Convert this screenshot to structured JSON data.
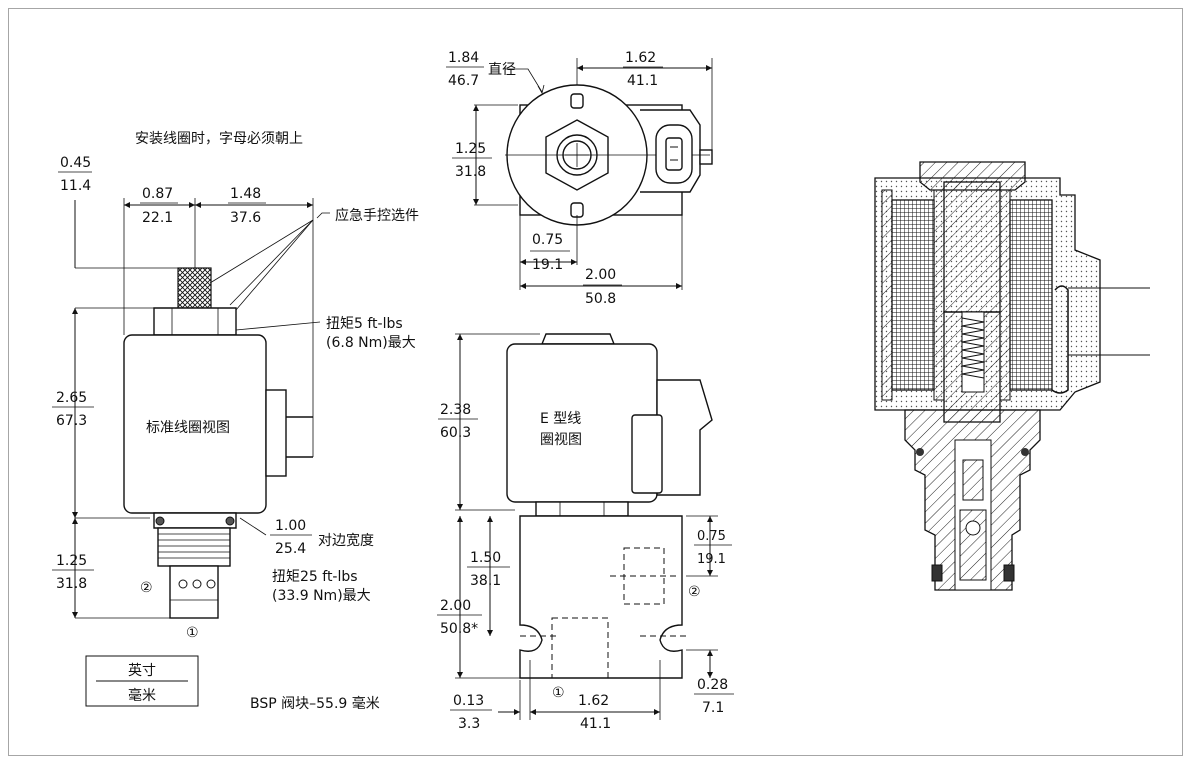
{
  "labels": {
    "coil_note": "安装线圈时，字母必须朝上",
    "manual_override": "应急手控选件",
    "torque_coil_1": "扭矩5 ft-lbs",
    "torque_coil_2": "(6.8 Nm)最大",
    "standard_coil": "标准线圈视图",
    "e_coil_1": "E 型线",
    "e_coil_2": "圈视图",
    "across_flats": "对边宽度",
    "torque_body_1": "扭矩25 ft-lbs",
    "torque_body_2": "(33.9 Nm)最大",
    "diameter": "直径",
    "bsp_block": "BSP 阀块–55.9 毫米",
    "port1": "①",
    "port2": "②",
    "port1_b": "①",
    "port2_b": "②",
    "units_inch": "英寸",
    "units_mm": "毫米"
  },
  "dims": {
    "d1": {
      "in": "0.45",
      "mm": "11.4"
    },
    "d2": {
      "in": "0.87",
      "mm": "22.1"
    },
    "d3": {
      "in": "1.48",
      "mm": "37.6"
    },
    "d4": {
      "in": "2.65",
      "mm": "67.3"
    },
    "d5": {
      "in": "1.00",
      "mm": "25.4"
    },
    "d6": {
      "in": "1.25",
      "mm": "31.8"
    },
    "d7": {
      "in": "1.84",
      "mm": "46.7"
    },
    "d8": {
      "in": "1.62",
      "mm": "41.1"
    },
    "d9": {
      "in": "1.25",
      "mm": "31.8"
    },
    "d10": {
      "in": "0.75",
      "mm": "19.1"
    },
    "d11": {
      "in": "2.00",
      "mm": "50.8"
    },
    "d12": {
      "in": "2.38",
      "mm": "60.3"
    },
    "d13": {
      "in": "1.50",
      "mm": "38.1"
    },
    "d14": {
      "in": "2.00",
      "mm": "50.8*"
    },
    "d15": {
      "in": "0.75",
      "mm": "19.1"
    },
    "d16": {
      "in": "0.13",
      "mm": "3.3"
    },
    "d17": {
      "in": "1.62",
      "mm": "41.1"
    },
    "d18": {
      "in": "0.28",
      "mm": "7.1"
    }
  }
}
